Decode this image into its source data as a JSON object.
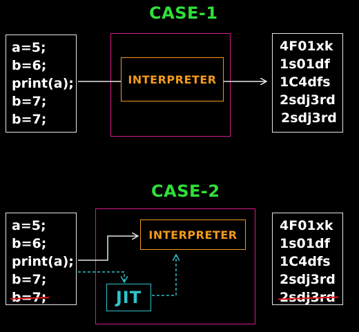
{
  "case1": {
    "title": "CASE-1",
    "source_lines": [
      "a=5;",
      "b=6;",
      "print(a);",
      "b=7;",
      "b=7;"
    ],
    "interpreter_label": "INTERPRETER",
    "output_lines": [
      "4F01xk",
      "1s01df",
      "1C4dfs",
      "2sdj3rd",
      "2sdj3rd"
    ]
  },
  "case2": {
    "title": "CASE-2",
    "source_lines": [
      "a=5;",
      "b=6;",
      "print(a);",
      "b=7;",
      "b=7;"
    ],
    "struck_source_line_index": 4,
    "interpreter_label": "INTERPRETER",
    "jit_label": "JIT",
    "output_lines": [
      "4F01xk",
      "1s01df",
      "1C4dfs",
      "2sdj3rd",
      "2sdj3rd"
    ],
    "struck_output_line_index": 4
  },
  "colors": {
    "title": "#2fe03a",
    "interpreter": "#f29a1b",
    "frame": "#d81a8a",
    "jit": "#2fc4cc",
    "strike": "#e0161b",
    "box": "#e8e8e8"
  }
}
